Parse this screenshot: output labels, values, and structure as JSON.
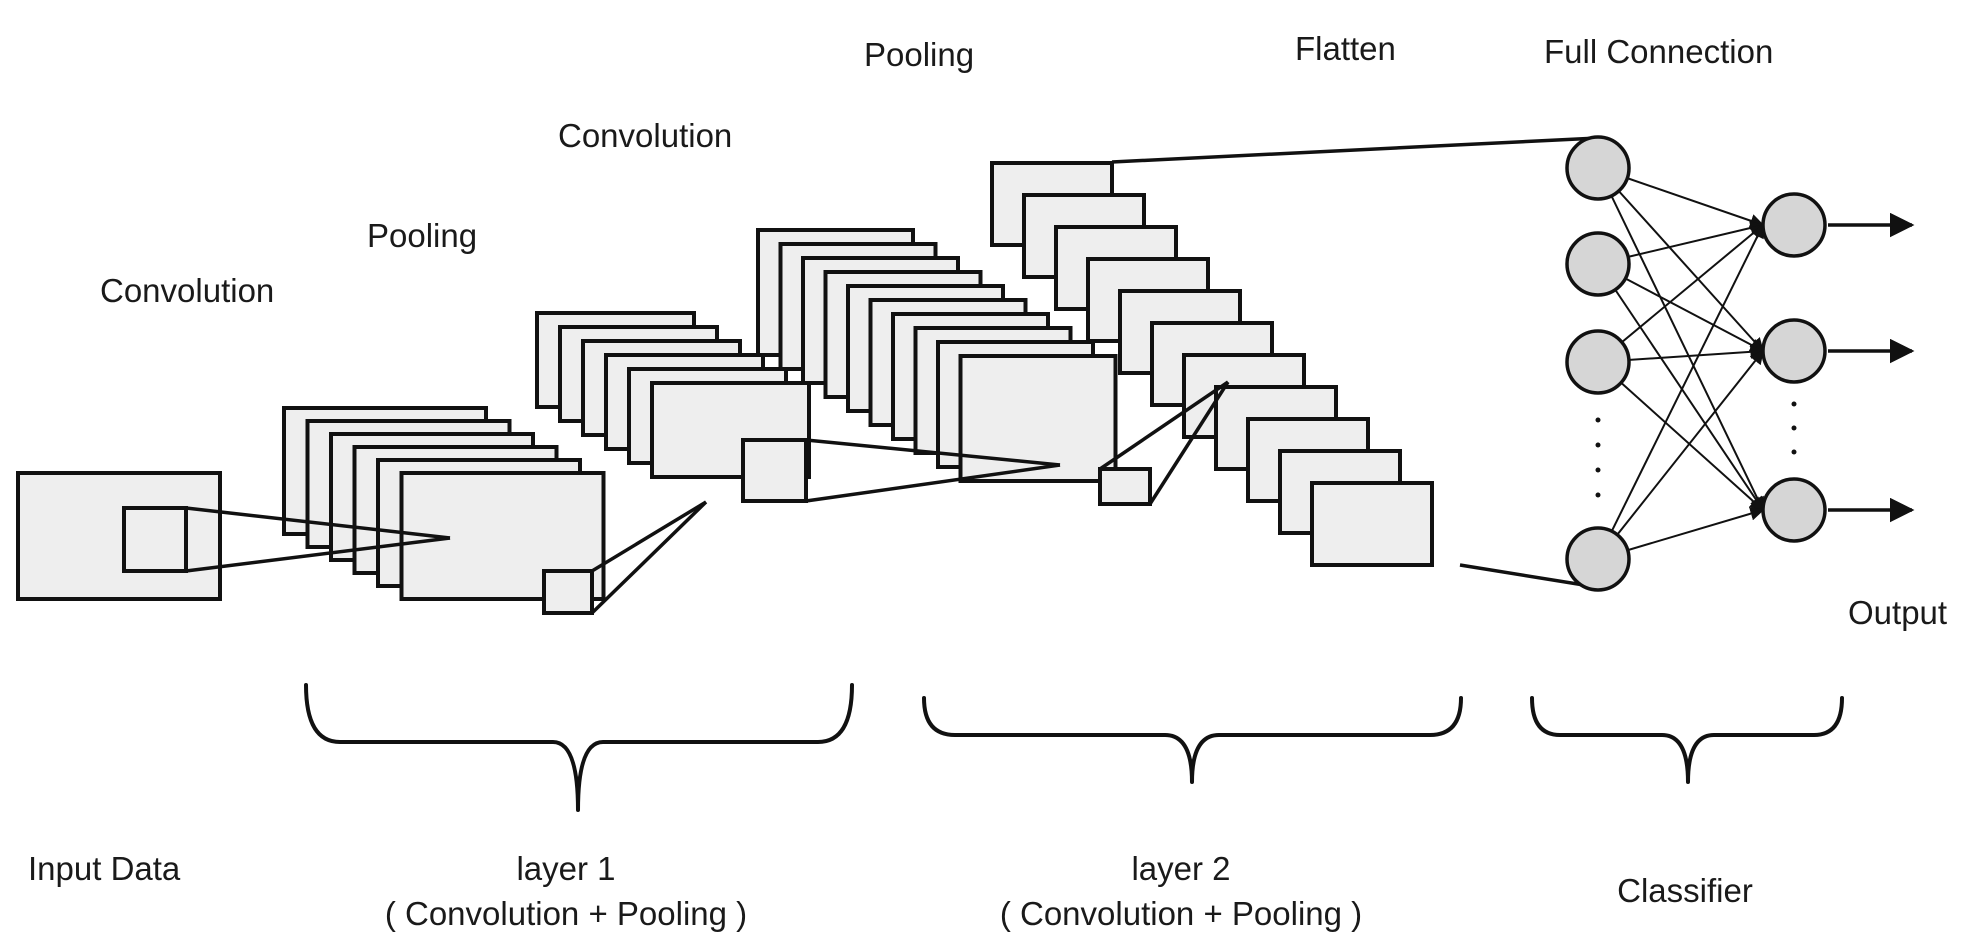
{
  "labels": {
    "conv1": "Convolution",
    "pool1": "Pooling",
    "conv2": "Convolution",
    "pool2": "Pooling",
    "flatten": "Flatten",
    "full_connection": "Full Connection",
    "output": "Output",
    "input_data": "Input Data",
    "layer1_title": "layer 1",
    "layer1_sub": "( Convolution + Pooling )",
    "layer2_title": "layer 2",
    "layer2_sub": "( Convolution + Pooling )",
    "classifier": "Classifier"
  },
  "network": {
    "input_nodes_shown": 4,
    "output_nodes_shown": 3
  },
  "colors": {
    "map_fill": "#eeeeee",
    "node_fill": "#d6d6d6",
    "stroke": "#111111"
  }
}
